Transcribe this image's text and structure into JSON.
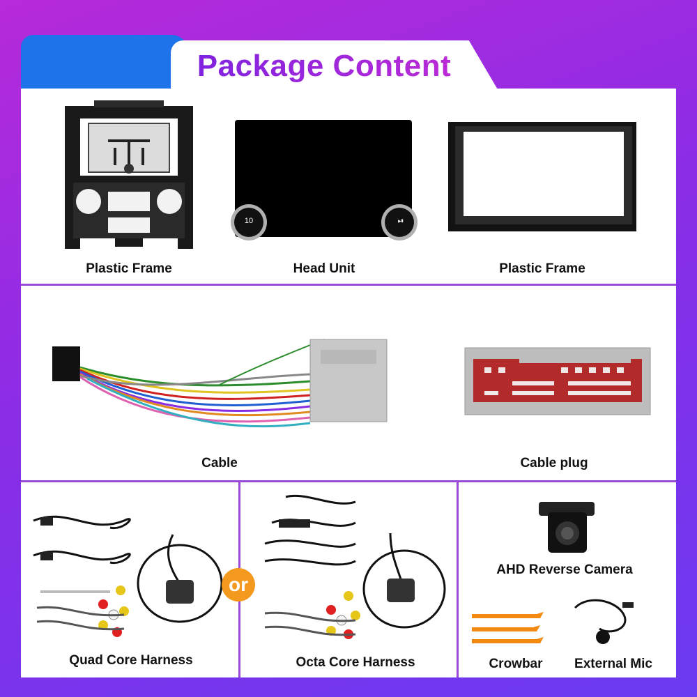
{
  "header": {
    "title": "Package Content"
  },
  "row1": [
    {
      "label": "Plastic Frame",
      "icon": "plastic-frame-image"
    },
    {
      "label": "Head Unit",
      "icon": "head-unit-image",
      "knob_left_text": "10",
      "knob_right_text": "⏯"
    },
    {
      "label": "Plastic Frame",
      "icon": "plastic-frame-image"
    }
  ],
  "row2": [
    {
      "label": "Cable",
      "icon": "cable-harness-image"
    },
    {
      "label": "Cable plug",
      "icon": "cable-plug-image"
    }
  ],
  "row3": {
    "quad": {
      "label": "Quad Core Harness",
      "icon": "quad-core-harness-image"
    },
    "or_text": "or",
    "octa": {
      "label": "Octa Core Harness",
      "icon": "octa-core-harness-image"
    },
    "camera": {
      "label": "AHD Reverse Camera",
      "icon": "reverse-camera-image"
    },
    "crowbar": {
      "label": "Crowbar",
      "icon": "crowbar-tools-image"
    },
    "mic": {
      "label": "External Mic",
      "icon": "external-mic-image"
    }
  },
  "colors": {
    "accent_blue": "#1e73ea",
    "title_gradient_start": "#7a22e0",
    "title_gradient_end": "#c12bd6",
    "or_badge": "#f39a1e",
    "crowbar_orange": "#f28a12"
  }
}
